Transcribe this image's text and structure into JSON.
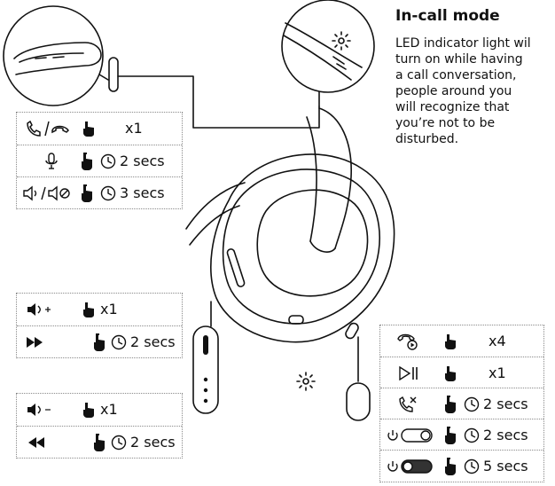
{
  "heading": "In-call mode",
  "description_lines": [
    "LED indicator light wil",
    "turn on while having",
    "a call conversation,",
    "people around you",
    "will recognize that",
    "you’re not to be",
    "disturbed."
  ],
  "panels": {
    "top_left": [
      {
        "action": "answer-end-call",
        "value": "x1"
      },
      {
        "action": "mute-microphone",
        "value": "2 secs"
      },
      {
        "action": "anc-toggle",
        "value": "3 secs"
      }
    ],
    "volume_up": [
      {
        "action": "volume-up",
        "value": "x1"
      },
      {
        "action": "next-track",
        "value": "2 secs"
      }
    ],
    "volume_down": [
      {
        "action": "volume-down",
        "value": "x1"
      },
      {
        "action": "previous-track",
        "value": "2 secs"
      }
    ],
    "right": [
      {
        "action": "voice-assistant",
        "value": "x4"
      },
      {
        "action": "play-pause",
        "value": "x1"
      },
      {
        "action": "reject-call",
        "value": "2 secs"
      },
      {
        "action": "power-on",
        "value": "2 secs"
      },
      {
        "action": "power-off",
        "value": "5 secs"
      }
    ]
  },
  "colors": {
    "line": "#111111",
    "border": "#8a8a8a",
    "fill_dark": "#222222"
  }
}
